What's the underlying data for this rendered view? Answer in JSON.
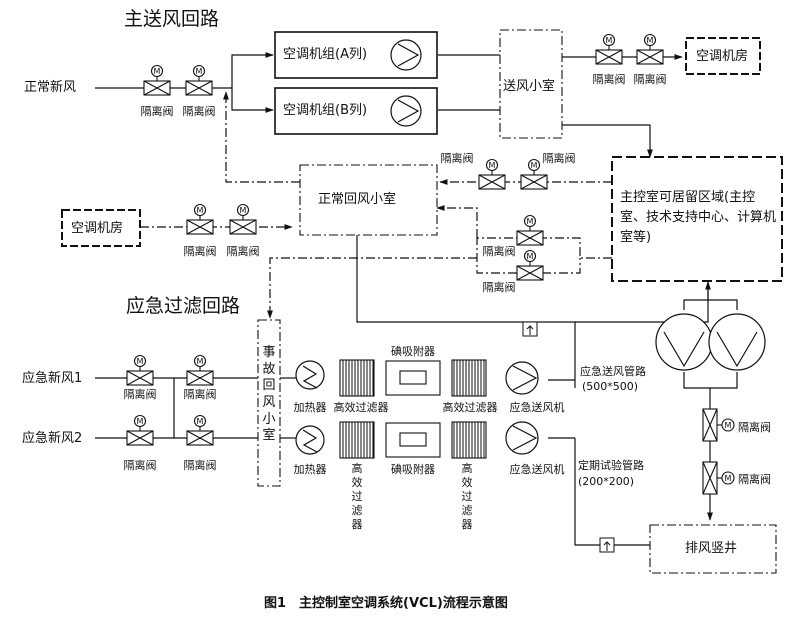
{
  "title_main": "主送风回路",
  "title_emergency": "应急过滤回路",
  "sources": {
    "normal_fresh_air": "正常新风",
    "emergency_fresh_air_1": "应急新风1",
    "emergency_fresh_air_2": "应急新风2"
  },
  "units": {
    "ahu_a": "空调机组(A列)",
    "ahu_b": "空调机组(B列)",
    "supply_room": "送风小室",
    "return_room": "正常回风小室",
    "ac_room_right": "空调机房",
    "ac_room_left": "空调机房",
    "main_control": "主控室可居留区域(主控室、技术支持中心、计算机室等)",
    "accident_return_room": "事故回风小室",
    "exhaust_shaft": "排风竖井"
  },
  "valve_label": "隔离阀",
  "valve_symbol": "M",
  "components": {
    "heater": "加热器",
    "hepa": "高效过滤器",
    "iodine": "碘吸附器",
    "fan": "应急送风机"
  },
  "annotations": {
    "emergency_pipe": "应急送风管路",
    "emergency_pipe_size": "(500*500)",
    "test_pipe": "定期试验管路",
    "test_pipe_size": "(200*200)"
  },
  "caption": "图1　主控制室空调系统(VCL)流程示意图"
}
